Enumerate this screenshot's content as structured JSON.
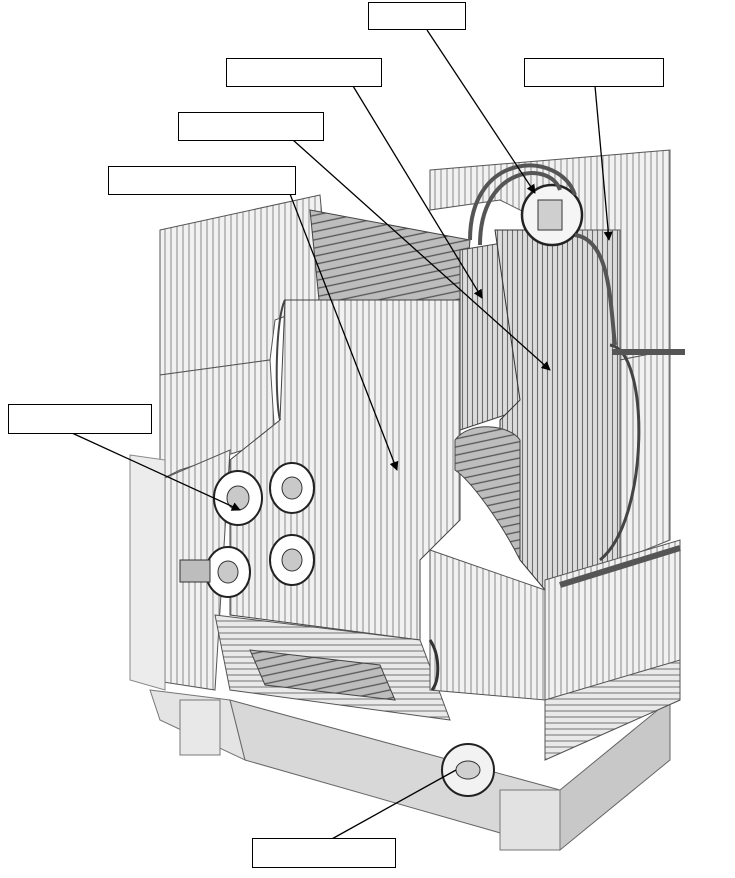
{
  "diagram": {
    "labels": [
      {
        "id": "label-top-center",
        "text": ""
      },
      {
        "id": "label-upper-left-1",
        "text": ""
      },
      {
        "id": "label-upper-right",
        "text": ""
      },
      {
        "id": "label-upper-left-2",
        "text": ""
      },
      {
        "id": "label-upper-left-3",
        "text": ""
      },
      {
        "id": "label-left",
        "text": ""
      },
      {
        "id": "label-bottom",
        "text": ""
      }
    ],
    "colors": {
      "line": "#000000",
      "label_fill": "#ffffff",
      "ink": "#2a2a2a"
    }
  }
}
